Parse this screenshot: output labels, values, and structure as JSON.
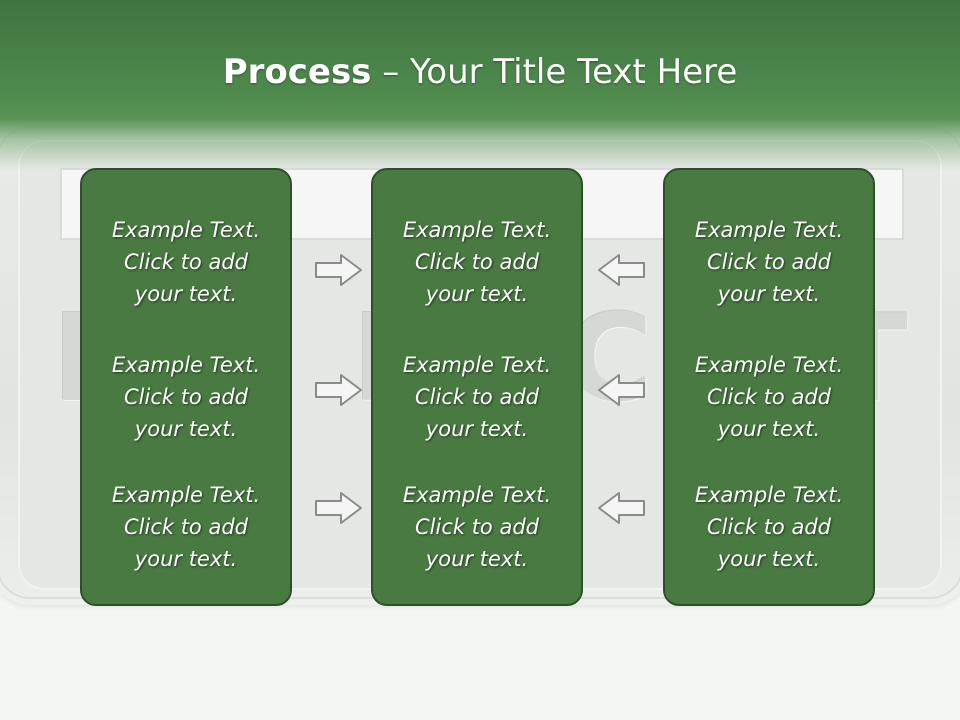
{
  "title": {
    "bold": "Process",
    "rest": " – Your Title Text Here"
  },
  "columns": [
    {
      "cells": [
        [
          "Example Text.",
          "Click  to add",
          "your text."
        ],
        [
          "Example Text.",
          "Click  to add",
          "your text."
        ],
        [
          "Example Text.",
          "Click  to add",
          "your text."
        ]
      ]
    },
    {
      "cells": [
        [
          "Example Text.",
          "Click  to add",
          "your text."
        ],
        [
          "Example Text.",
          "Click  to add",
          "your text."
        ],
        [
          "Example Text.",
          "Click  to add",
          "your text."
        ]
      ]
    },
    {
      "cells": [
        [
          "Example Text.",
          "Click  to add",
          "your text."
        ],
        [
          "Example Text.",
          "Click  to add",
          "your text."
        ],
        [
          "Example Text.",
          "Click  to add",
          "your text."
        ]
      ]
    }
  ],
  "arrows": {
    "left": [
      "arrow-right-icon",
      "arrow-right-icon",
      "arrow-right-icon"
    ],
    "right": [
      "arrow-left-icon",
      "arrow-left-icon",
      "arrow-left-icon"
    ]
  },
  "background_letters": [
    "P",
    "R",
    "C",
    "T"
  ],
  "colors": {
    "header": "#4f8a4d",
    "box": "#497a42",
    "box_border": "#2f4f2c",
    "text": "#ffffff"
  }
}
